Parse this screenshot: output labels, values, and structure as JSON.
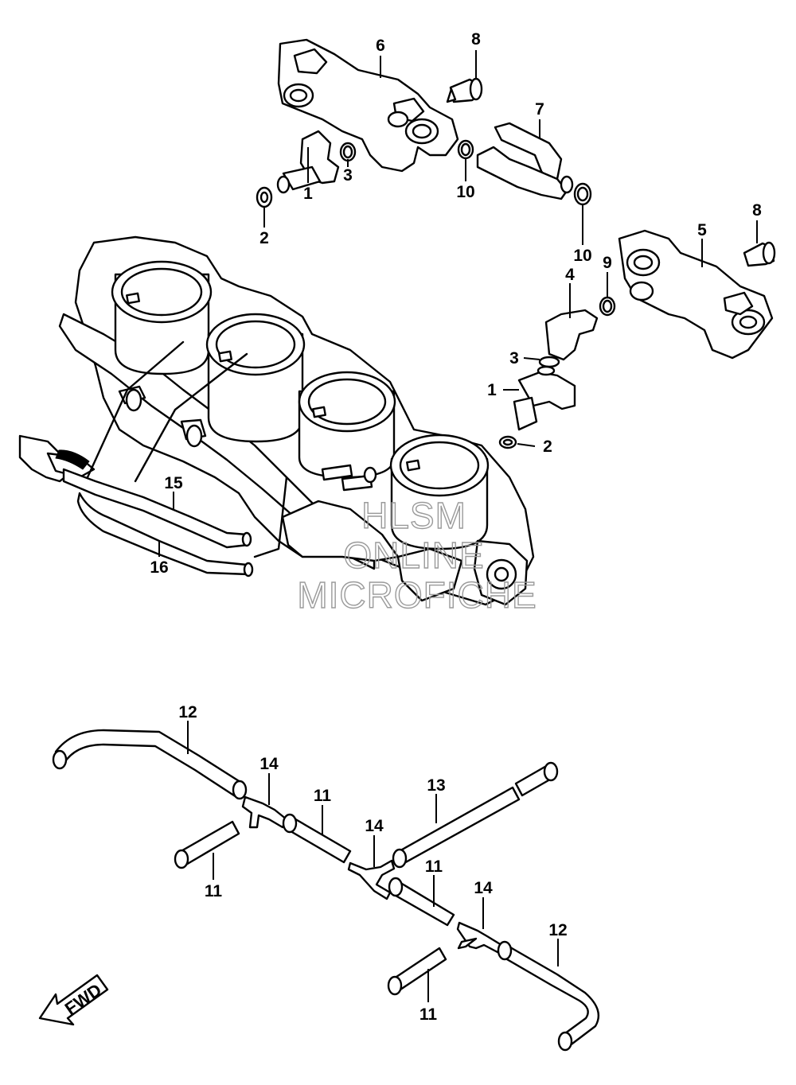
{
  "callouts": {
    "c1_top": "1",
    "c2_top": "2",
    "c3_top": "3",
    "c6": "6",
    "c8_top": "8",
    "c7": "7",
    "c10_top": "10",
    "c10_mid": "10",
    "c8_right": "8",
    "c5": "5",
    "c9": "9",
    "c4": "4",
    "c3_mid": "3",
    "c1_mid": "1",
    "c2_mid": "2",
    "c15": "15",
    "c16": "16",
    "c12_left": "12",
    "c14_left": "14",
    "c11_a": "11",
    "c11_b": "11",
    "c13": "13",
    "c14_mid": "14",
    "c11_c": "11",
    "c14_right": "14",
    "c12_right": "12",
    "c11_d": "11"
  },
  "watermark": {
    "line1": "HLSM",
    "line2": "ONLINE",
    "line3": "MICROFICHE"
  },
  "fwd_label": "FWD"
}
